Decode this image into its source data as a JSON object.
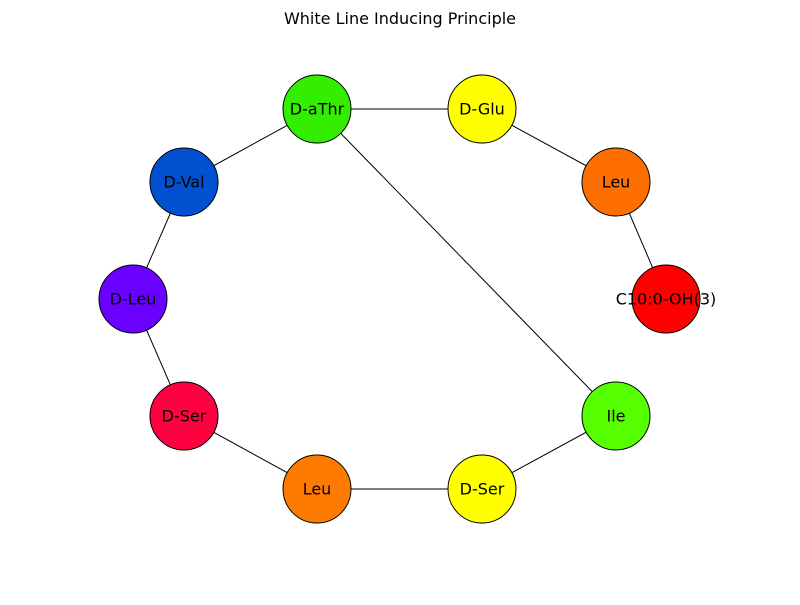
{
  "title": "White Line Inducing Principle",
  "nodes": [
    {
      "id": "n1",
      "label": "D-aThr",
      "color": "#33ee00"
    },
    {
      "id": "n2",
      "label": "D-Glu",
      "color": "#ffff00"
    },
    {
      "id": "n3",
      "label": "Leu",
      "color": "#ff6e00"
    },
    {
      "id": "n4",
      "label": "C10:0-OH(3)",
      "color": "#ff0000"
    },
    {
      "id": "n5",
      "label": "D-Val",
      "color": "#0050d0"
    },
    {
      "id": "n6",
      "label": "D-Leu",
      "color": "#6a00ff"
    },
    {
      "id": "n7",
      "label": "D-Ser",
      "color": "#ff0040"
    },
    {
      "id": "n8",
      "label": "Leu",
      "color": "#ff7a00"
    },
    {
      "id": "n9",
      "label": "D-Ser",
      "color": "#ffff00"
    },
    {
      "id": "n10",
      "label": "Ile",
      "color": "#55ff00"
    }
  ],
  "edges": [
    [
      "n1",
      "n2"
    ],
    [
      "n2",
      "n3"
    ],
    [
      "n3",
      "n4"
    ],
    [
      "n1",
      "n5"
    ],
    [
      "n5",
      "n6"
    ],
    [
      "n6",
      "n7"
    ],
    [
      "n7",
      "n8"
    ],
    [
      "n8",
      "n9"
    ],
    [
      "n9",
      "n10"
    ],
    [
      "n1",
      "n10"
    ]
  ]
}
